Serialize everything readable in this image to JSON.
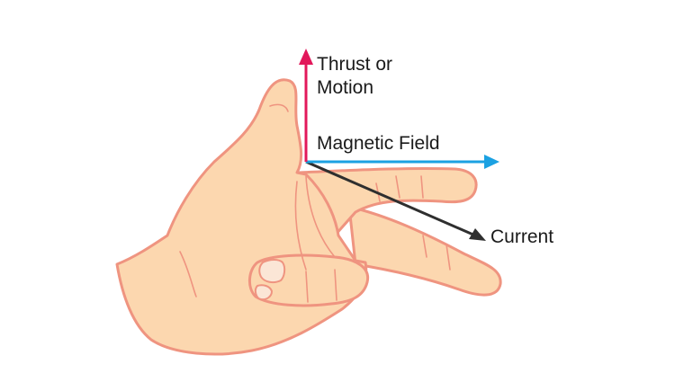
{
  "labels": {
    "thrust_line1": "Thrust or",
    "thrust_line2": "Motion",
    "magnetic_field": "Magnetic Field",
    "current": "Current"
  },
  "colors": {
    "skin": "#FCD7AF",
    "outline": "#EF9480",
    "nail": "#FBE6D6",
    "thrust_arrow": "#E2185B",
    "field_arrow": "#1BA1E2",
    "current_arrow": "#2F2F2F"
  }
}
